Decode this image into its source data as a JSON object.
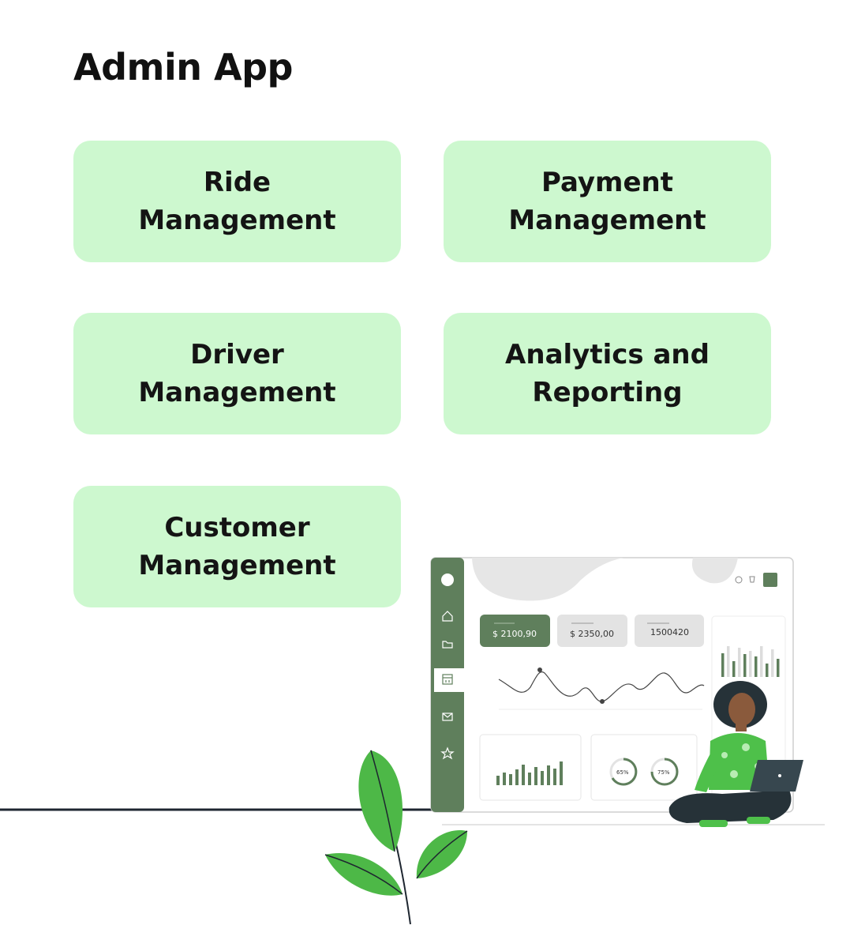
{
  "page": {
    "title": "Admin App"
  },
  "features": [
    {
      "line1": "Ride",
      "line2": "Management"
    },
    {
      "line1": "Payment",
      "line2": "Management"
    },
    {
      "line1": "Driver",
      "line2": "Management"
    },
    {
      "line1": "Analytics and",
      "line2": "Reporting"
    },
    {
      "line1": "Customer",
      "line2": "Management"
    }
  ],
  "dashboard": {
    "kpis": [
      "$ 2100,90",
      "$ 2350,00",
      "1500420"
    ],
    "gauges": [
      "65%",
      "75%"
    ]
  },
  "colors": {
    "card_bg": "#cdf8cf",
    "sidebar": "#5f7f5c",
    "kpi_active": "#5f7f5c",
    "leaf": "#4db847",
    "shirt": "#4ec04a"
  }
}
